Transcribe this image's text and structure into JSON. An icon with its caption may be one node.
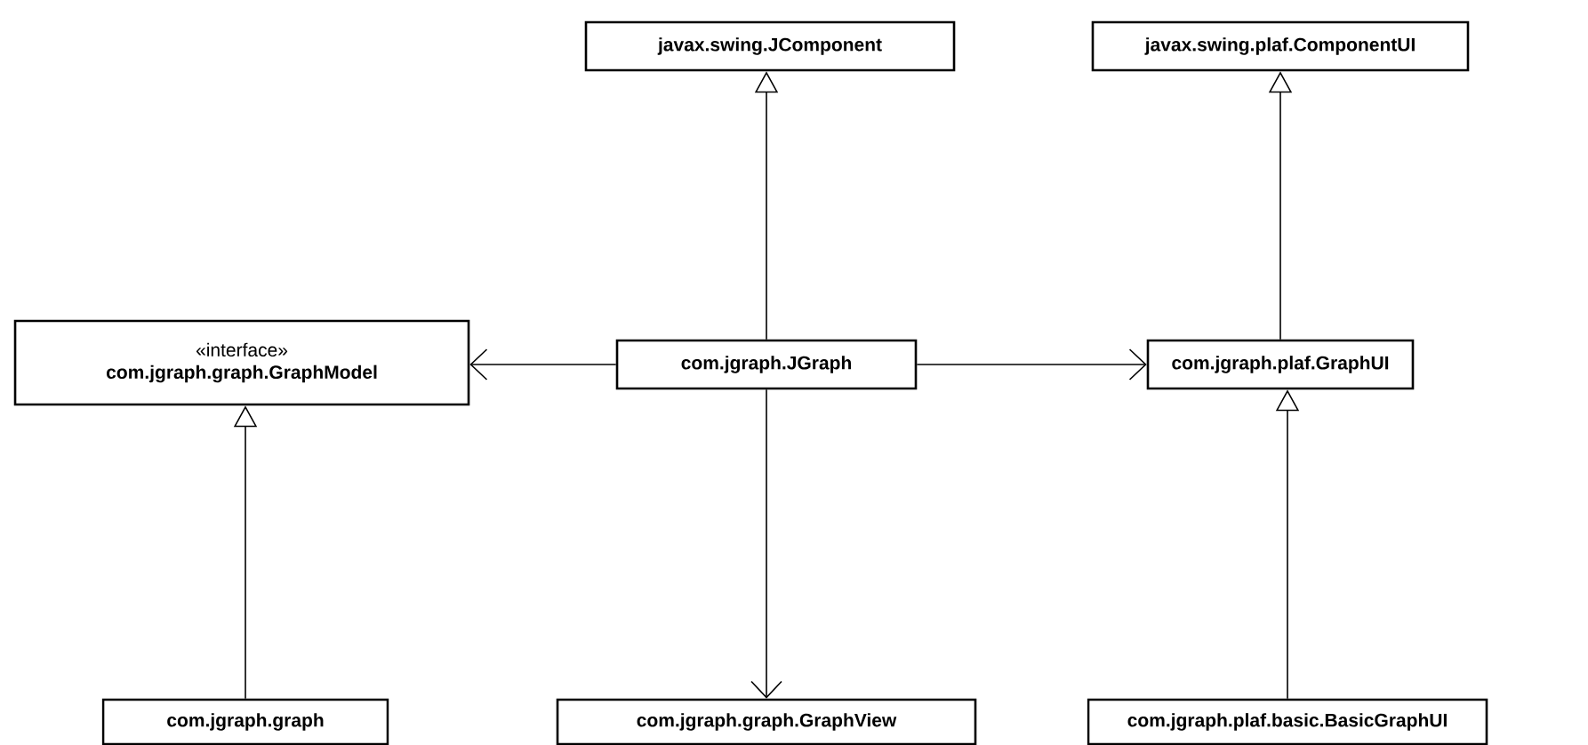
{
  "diagram": {
    "nodes": [
      {
        "text": [
          "javax.swing.JComponent"
        ]
      },
      {
        "text": [
          "javax.swing.plaf.ComponentUI"
        ]
      },
      {
        "text": [
          "«interface»",
          "com.jgraph.graph.GraphModel"
        ]
      },
      {
        "text": [
          "com.jgraph.JGraph"
        ]
      },
      {
        "text": [
          "com.jgraph.plaf.GraphUI"
        ]
      },
      {
        "text": [
          "com.jgraph.graph"
        ]
      },
      {
        "text": [
          "com.jgraph.graph.GraphView"
        ]
      },
      {
        "text": [
          "com.jgraph.plaf.basic.BasicGraphUI"
        ]
      }
    ],
    "edges": [
      {
        "from": 3,
        "to": 0,
        "arrow": "to"
      },
      {
        "from": 4,
        "to": 1,
        "arrow": "to"
      },
      {
        "from": 3,
        "to": 2,
        "arrow": "to"
      },
      {
        "from": 3,
        "to": 4,
        "arrow": "to"
      },
      {
        "from": 3,
        "to": 6,
        "arrow": "to"
      },
      {
        "from": 5,
        "to": 2,
        "arrow": "to"
      },
      {
        "from": 7,
        "to": 4,
        "arrow": "to"
      }
    ]
  }
}
